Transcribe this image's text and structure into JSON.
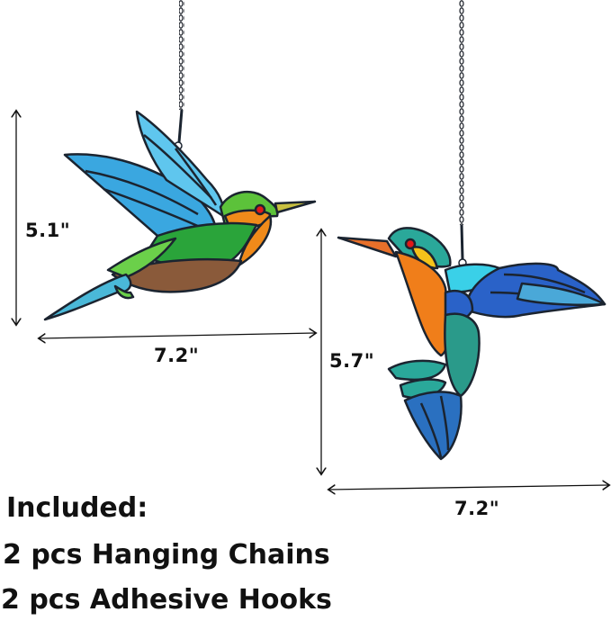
{
  "product": {
    "left_bird": {
      "name": "green-hummingbird",
      "height_label": "5.1\"",
      "width_label": "7.2\"",
      "colors": {
        "wing_blue": "#3aa7e0",
        "wing_light": "#5fc6ee",
        "head_green": "#5cc23a",
        "body_green": "#2aa43a",
        "belly_brown": "#8a5a3a",
        "cheek_orange": "#f08a1a",
        "eye_red": "#e01818",
        "beak_yellow": "#c8c040",
        "lead": "#1b2430"
      }
    },
    "right_bird": {
      "name": "teal-hummingbird",
      "height_label": "5.7\"",
      "width_label": "7.2\"",
      "colors": {
        "beak_orange": "#e8702a",
        "throat_orange": "#f07e1a",
        "head_teal": "#2aa89a",
        "eye_red": "#e01818",
        "eye_patch_yellow": "#f4c21a",
        "shoulder_cyan": "#3ad0e8",
        "wing_blue": "#2a62c8",
        "wing_light": "#4aa8d8",
        "body_teal": "#2a9a8a",
        "tail_blue": "#2a70c0",
        "lead": "#1b2430"
      }
    },
    "included": {
      "heading": "Included:",
      "items": [
        "2 pcs Hanging Chains",
        "2 pcs Adhesive Hooks"
      ]
    }
  }
}
